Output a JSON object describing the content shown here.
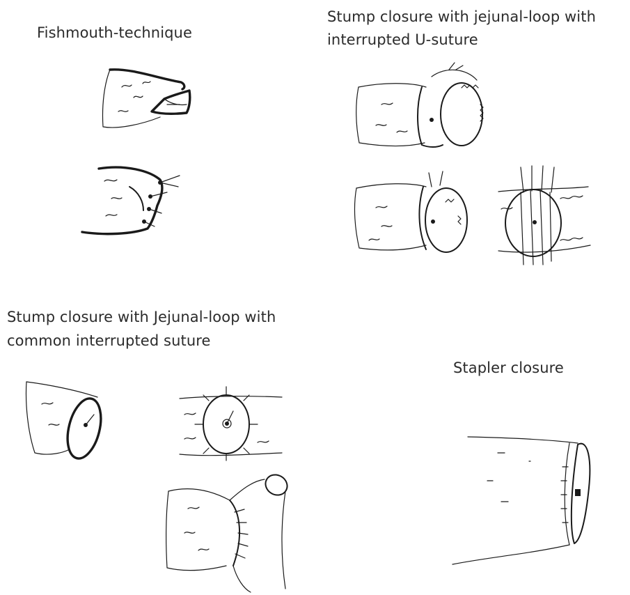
{
  "labels": {
    "fishmouth": "Fishmouth-technique",
    "u_suture_line1": "Stump closure with jejunal-loop with",
    "u_suture_line2": "interrupted  U-suture",
    "common_line1": "Stump closure with Jejunal-loop with",
    "common_line2": "common interrupted  suture",
    "stapler": "Stapler closure"
  }
}
